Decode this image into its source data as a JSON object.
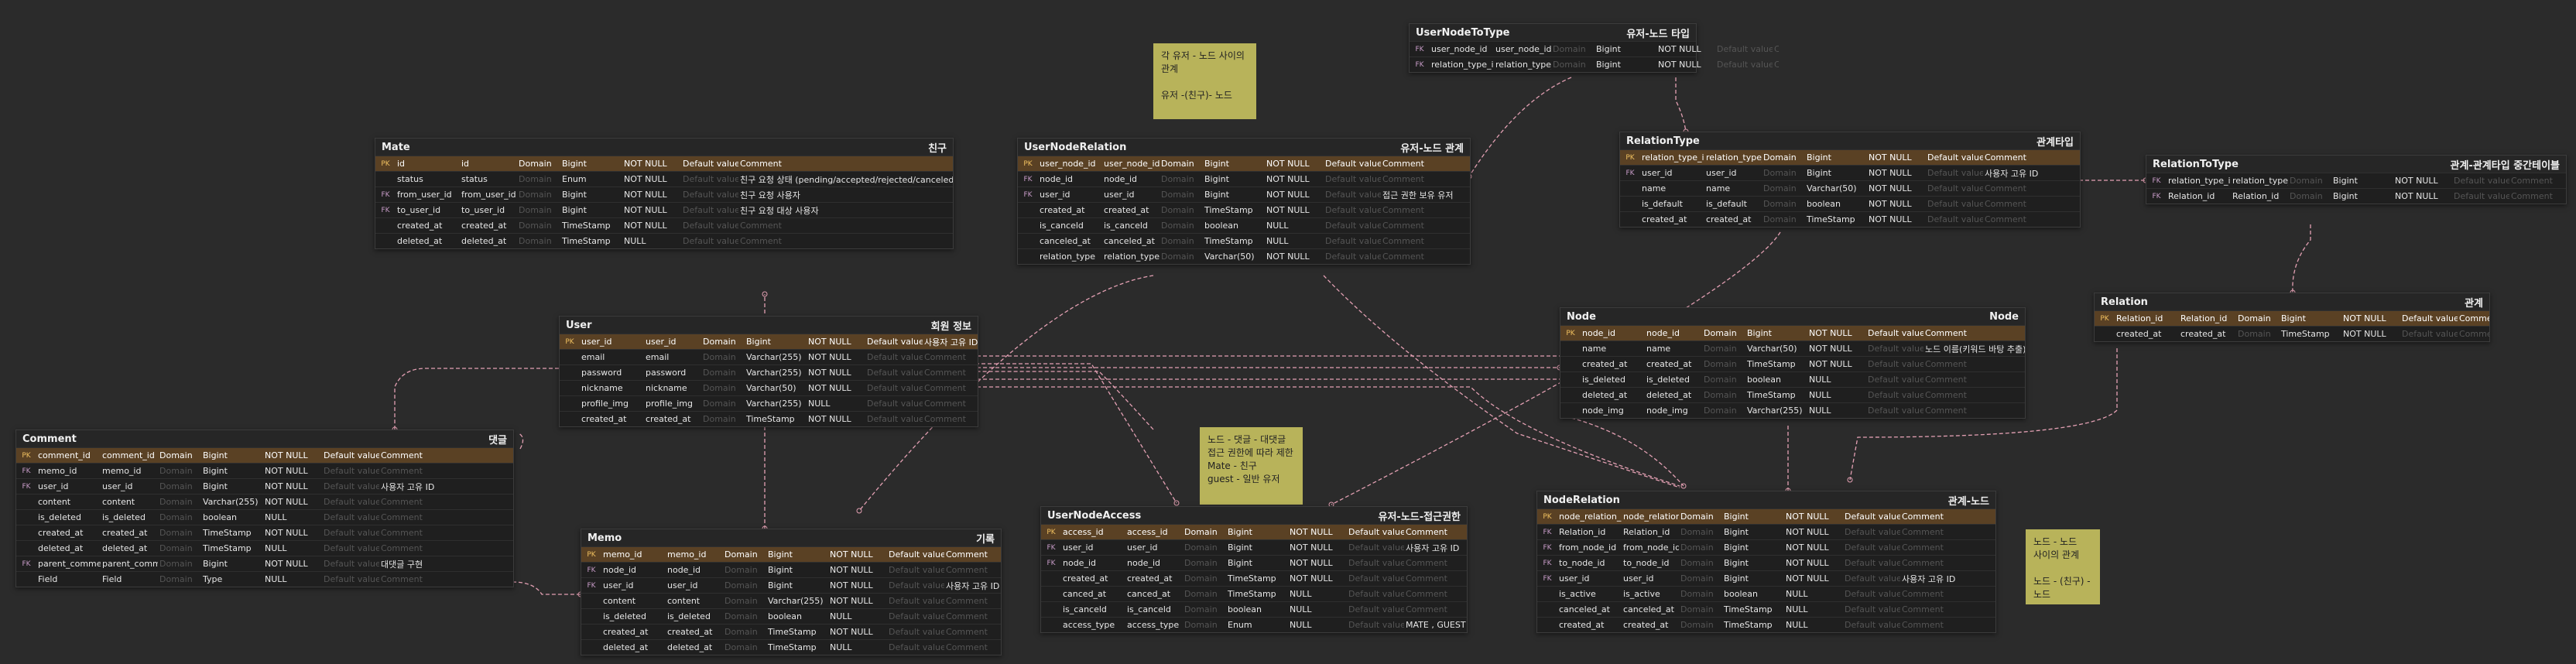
{
  "colors": {
    "canvas": "#2b2b2b",
    "pk_row": "#5a4124",
    "edge": "#e3a0b3",
    "memo": "#b8b35a"
  },
  "placeholders": {
    "domain": "Domain",
    "default": "Default value",
    "comment": "Comment"
  },
  "notes": {
    "user_node": "각 유저 - 노드 사이의 관계\n\n유저 -(친구)- 노드",
    "access": "노드 - 댓글 - 대댓글\n접근 권한에 따라 제한\nMate - 친구\nguest - 일반 유저",
    "node_rel": "노드 - 노드\n사이의 관계\n\n노드 - (친구) -\n노드"
  },
  "tables": [
    {
      "name": "Mate",
      "comment": "친구",
      "columns": [
        {
          "key": "PK",
          "physical": "id",
          "logical": "id",
          "type": "Bigint",
          "nullable": "NOT NULL",
          "comment": ""
        },
        {
          "key": "",
          "physical": "status",
          "logical": "status",
          "type": "Enum",
          "nullable": "NOT NULL",
          "comment": "친구 요청 상태 (pending/accepted/rejected/canceled)"
        },
        {
          "key": "FK",
          "physical": "from_user_id",
          "logical": "from_user_id",
          "type": "Bigint",
          "nullable": "NOT NULL",
          "comment": "친구 요청 사용자"
        },
        {
          "key": "FK",
          "physical": "to_user_id",
          "logical": "to_user_id",
          "type": "Bigint",
          "nullable": "NOT NULL",
          "comment": "친구 요청 대상 사용자"
        },
        {
          "key": "",
          "physical": "created_at",
          "logical": "created_at",
          "type": "TimeStamp",
          "nullable": "NOT NULL",
          "comment": ""
        },
        {
          "key": "",
          "physical": "deleted_at",
          "logical": "deleted_at",
          "type": "TimeStamp",
          "nullable": "NULL",
          "comment": ""
        }
      ]
    },
    {
      "name": "UserNodeRelation",
      "comment": "유저-노드 관계",
      "columns": [
        {
          "key": "PK",
          "physical": "user_node_id",
          "logical": "user_node_id",
          "type": "Bigint",
          "nullable": "NOT NULL",
          "comment": ""
        },
        {
          "key": "FK",
          "physical": "node_id",
          "logical": "node_id",
          "type": "Bigint",
          "nullable": "NOT NULL",
          "comment": ""
        },
        {
          "key": "FK",
          "physical": "user_id",
          "logical": "user_id",
          "type": "Bigint",
          "nullable": "NOT NULL",
          "comment": "접근 권한 보유 유저"
        },
        {
          "key": "",
          "physical": "created_at",
          "logical": "created_at",
          "type": "TimeStamp",
          "nullable": "NOT NULL",
          "comment": ""
        },
        {
          "key": "",
          "physical": "is_canceld",
          "logical": "is_canceld",
          "type": "boolean",
          "nullable": "NULL",
          "comment": ""
        },
        {
          "key": "",
          "physical": "canceled_at",
          "logical": "canceled_at",
          "type": "TimeStamp",
          "nullable": "NULL",
          "comment": ""
        },
        {
          "key": "",
          "physical": "relation_type",
          "logical": "relation_type",
          "type": "Varchar(50)",
          "nullable": "NOT NULL",
          "comment": ""
        }
      ]
    },
    {
      "name": "UserNodeToType",
      "comment": "유저-노드 타입",
      "columns": [
        {
          "key": "FK",
          "physical": "user_node_id",
          "logical": "user_node_id",
          "type": "Bigint",
          "nullable": "NOT NULL",
          "comment": ""
        },
        {
          "key": "FK",
          "physical": "relation_type_id",
          "logical": "relation_type_id",
          "type": "Bigint",
          "nullable": "NOT NULL",
          "comment": ""
        }
      ]
    },
    {
      "name": "RelationType",
      "comment": "관계타입",
      "columns": [
        {
          "key": "PK",
          "physical": "relation_type_id",
          "logical": "relation_type_id",
          "type": "Bigint",
          "nullable": "NOT NULL",
          "comment": ""
        },
        {
          "key": "FK",
          "physical": "user_id",
          "logical": "user_id",
          "type": "Bigint",
          "nullable": "NOT NULL",
          "comment": "사용자 고유 ID"
        },
        {
          "key": "",
          "physical": "name",
          "logical": "name",
          "type": "Varchar(50)",
          "nullable": "NOT NULL",
          "comment": ""
        },
        {
          "key": "",
          "physical": "is_default",
          "logical": "is_default",
          "type": "boolean",
          "nullable": "NOT NULL",
          "comment": ""
        },
        {
          "key": "",
          "physical": "created_at",
          "logical": "created_at",
          "type": "TimeStamp",
          "nullable": "NOT NULL",
          "comment": ""
        }
      ]
    },
    {
      "name": "RelationToType",
      "comment": "관계-관계타입 중간테이블",
      "columns": [
        {
          "key": "FK",
          "physical": "relation_type_id",
          "logical": "relation_type_id",
          "type": "Bigint",
          "nullable": "NOT NULL",
          "comment": ""
        },
        {
          "key": "FK",
          "physical": "Relation_id",
          "logical": "Relation_id",
          "type": "Bigint",
          "nullable": "NOT NULL",
          "comment": ""
        }
      ]
    },
    {
      "name": "Relation",
      "comment": "관계",
      "columns": [
        {
          "key": "PK",
          "physical": "Relation_id",
          "logical": "Relation_id",
          "type": "Bigint",
          "nullable": "NOT NULL",
          "comment": ""
        },
        {
          "key": "",
          "physical": "created_at",
          "logical": "created_at",
          "type": "TimeStamp",
          "nullable": "NOT NULL",
          "comment": ""
        }
      ]
    },
    {
      "name": "User",
      "comment": "회원 정보",
      "columns": [
        {
          "key": "PK",
          "physical": "user_id",
          "logical": "user_id",
          "type": "Bigint",
          "nullable": "NOT NULL",
          "comment": "사용자 고유 ID"
        },
        {
          "key": "",
          "physical": "email",
          "logical": "email",
          "type": "Varchar(255)",
          "nullable": "NOT NULL",
          "comment": ""
        },
        {
          "key": "",
          "physical": "password",
          "logical": "password",
          "type": "Varchar(255)",
          "nullable": "NOT NULL",
          "comment": ""
        },
        {
          "key": "",
          "physical": "nickname",
          "logical": "nickname",
          "type": "Varchar(50)",
          "nullable": "NOT NULL",
          "comment": ""
        },
        {
          "key": "",
          "physical": "profile_img",
          "logical": "profile_img",
          "type": "Varchar(255)",
          "nullable": "NULL",
          "comment": ""
        },
        {
          "key": "",
          "physical": "created_at",
          "logical": "created_at",
          "type": "TimeStamp",
          "nullable": "NOT NULL",
          "comment": ""
        }
      ]
    },
    {
      "name": "Node",
      "comment": "Node",
      "columns": [
        {
          "key": "PK",
          "physical": "node_id",
          "logical": "node_id",
          "type": "Bigint",
          "nullable": "NOT NULL",
          "comment": ""
        },
        {
          "key": "",
          "physical": "name",
          "logical": "name",
          "type": "Varchar(50)",
          "nullable": "NOT NULL",
          "comment": "노드 이름(키워드 바탕 추출)"
        },
        {
          "key": "",
          "physical": "created_at",
          "logical": "created_at",
          "type": "TimeStamp",
          "nullable": "NOT NULL",
          "comment": ""
        },
        {
          "key": "",
          "physical": "is_deleted",
          "logical": "is_deleted",
          "type": "boolean",
          "nullable": "NULL",
          "comment": ""
        },
        {
          "key": "",
          "physical": "deleted_at",
          "logical": "deleted_at",
          "type": "TimeStamp",
          "nullable": "NULL",
          "comment": ""
        },
        {
          "key": "",
          "physical": "node_img",
          "logical": "node_img",
          "type": "Varchar(255)",
          "nullable": "NULL",
          "comment": ""
        }
      ]
    },
    {
      "name": "Comment",
      "comment": "댓글",
      "columns": [
        {
          "key": "PK",
          "physical": "comment_id",
          "logical": "comment_id",
          "type": "Bigint",
          "nullable": "NOT NULL",
          "comment": ""
        },
        {
          "key": "FK",
          "physical": "memo_id",
          "logical": "memo_id",
          "type": "Bigint",
          "nullable": "NOT NULL",
          "comment": ""
        },
        {
          "key": "FK",
          "physical": "user_id",
          "logical": "user_id",
          "type": "Bigint",
          "nullable": "NOT NULL",
          "comment": "사용자 고유 ID"
        },
        {
          "key": "",
          "physical": "content",
          "logical": "content",
          "type": "Varchar(255)",
          "nullable": "NOT NULL",
          "comment": ""
        },
        {
          "key": "",
          "physical": "is_deleted",
          "logical": "is_deleted",
          "type": "boolean",
          "nullable": "NULL",
          "comment": ""
        },
        {
          "key": "",
          "physical": "created_at",
          "logical": "created_at",
          "type": "TimeStamp",
          "nullable": "NOT NULL",
          "comment": ""
        },
        {
          "key": "",
          "physical": "deleted_at",
          "logical": "deleted_at",
          "type": "TimeStamp",
          "nullable": "NULL",
          "comment": ""
        },
        {
          "key": "FK",
          "physical": "parent_comment_id",
          "logical": "parent_comment_id",
          "type": "Bigint",
          "nullable": "NOT NULL",
          "comment": "대댓글 구현"
        },
        {
          "key": "",
          "physical": "Field",
          "logical": "Field",
          "type": "Type",
          "nullable": "NULL",
          "comment": ""
        }
      ]
    },
    {
      "name": "Memo",
      "comment": "기록",
      "columns": [
        {
          "key": "PK",
          "physical": "memo_id",
          "logical": "memo_id",
          "type": "Bigint",
          "nullable": "NOT NULL",
          "comment": ""
        },
        {
          "key": "FK",
          "physical": "node_id",
          "logical": "node_id",
          "type": "Bigint",
          "nullable": "NOT NULL",
          "comment": ""
        },
        {
          "key": "FK",
          "physical": "user_id",
          "logical": "user_id",
          "type": "Bigint",
          "nullable": "NOT NULL",
          "comment": "사용자 고유 ID"
        },
        {
          "key": "",
          "physical": "content",
          "logical": "content",
          "type": "Varchar(255)",
          "nullable": "NOT NULL",
          "comment": ""
        },
        {
          "key": "",
          "physical": "is_deleted",
          "logical": "is_deleted",
          "type": "boolean",
          "nullable": "NULL",
          "comment": ""
        },
        {
          "key": "",
          "physical": "created_at",
          "logical": "created_at",
          "type": "TimeStamp",
          "nullable": "NOT NULL",
          "comment": ""
        },
        {
          "key": "",
          "physical": "deleted_at",
          "logical": "deleted_at",
          "type": "TimeStamp",
          "nullable": "NULL",
          "comment": ""
        }
      ]
    },
    {
      "name": "UserNodeAccess",
      "comment": "유저-노드-접근권한",
      "columns": [
        {
          "key": "PK",
          "physical": "access_id",
          "logical": "access_id",
          "type": "Bigint",
          "nullable": "NOT NULL",
          "comment": ""
        },
        {
          "key": "FK",
          "physical": "user_id",
          "logical": "user_id",
          "type": "Bigint",
          "nullable": "NOT NULL",
          "comment": "사용자 고유 ID"
        },
        {
          "key": "FK",
          "physical": "node_id",
          "logical": "node_id",
          "type": "Bigint",
          "nullable": "NOT NULL",
          "comment": ""
        },
        {
          "key": "",
          "physical": "created_at",
          "logical": "created_at",
          "type": "TimeStamp",
          "nullable": "NOT NULL",
          "comment": ""
        },
        {
          "key": "",
          "physical": "canced_at",
          "logical": "canced_at",
          "type": "TimeStamp",
          "nullable": "NULL",
          "comment": ""
        },
        {
          "key": "",
          "physical": "is_canceld",
          "logical": "is_canceld",
          "type": "boolean",
          "nullable": "NULL",
          "comment": ""
        },
        {
          "key": "",
          "physical": "access_type",
          "logical": "access_type",
          "type": "Enum",
          "nullable": "NULL",
          "comment": "MATE , GUEST"
        }
      ]
    },
    {
      "name": "NodeRelation",
      "comment": "관계-노드",
      "columns": [
        {
          "key": "PK",
          "physical": "node_relation_id",
          "logical": "node_relation_id",
          "type": "Bigint",
          "nullable": "NOT NULL",
          "comment": ""
        },
        {
          "key": "FK",
          "physical": "Relation_id",
          "logical": "Relation_id",
          "type": "Bigint",
          "nullable": "NOT NULL",
          "comment": ""
        },
        {
          "key": "FK",
          "physical": "from_node_id",
          "logical": "from_node_id",
          "type": "Bigint",
          "nullable": "NOT NULL",
          "comment": ""
        },
        {
          "key": "FK",
          "physical": "to_node_id",
          "logical": "to_node_id",
          "type": "Bigint",
          "nullable": "NOT NULL",
          "comment": ""
        },
        {
          "key": "FK",
          "physical": "user_id",
          "logical": "user_id",
          "type": "Bigint",
          "nullable": "NOT NULL",
          "comment": "사용자 고유 ID"
        },
        {
          "key": "",
          "physical": "is_active",
          "logical": "is_active",
          "type": "boolean",
          "nullable": "NULL",
          "comment": ""
        },
        {
          "key": "",
          "physical": "canceled_at",
          "logical": "canceled_at",
          "type": "TimeStamp",
          "nullable": "NULL",
          "comment": ""
        },
        {
          "key": "",
          "physical": "created_at",
          "logical": "created_at",
          "type": "TimeStamp",
          "nullable": "NULL",
          "comment": ""
        }
      ]
    }
  ]
}
